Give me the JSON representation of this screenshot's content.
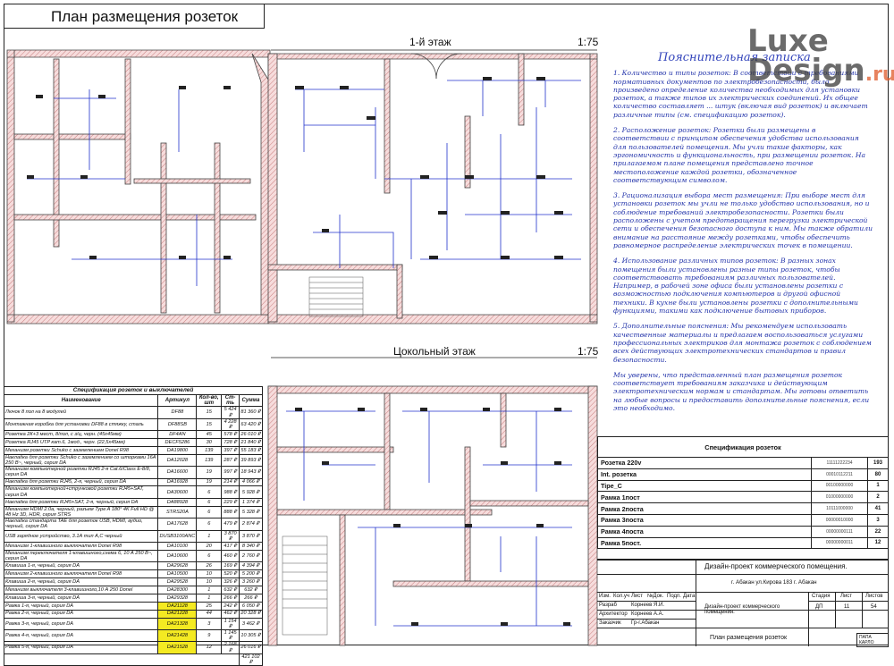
{
  "sheet": {
    "title": "План размещения розеток",
    "plan1_label": "1-й этаж",
    "plan1_scale": "1:75",
    "plan2_label": "Цокольный этаж",
    "plan2_scale": "1:75"
  },
  "logo": {
    "line1": "Luxe",
    "line2": "Design",
    "suffix": ".ru"
  },
  "notes": {
    "title": "Пояснительная записка",
    "paragraphs": [
      "1. Количество и типы розеток: В соответствии с требованиями нормативных документов по электробезопасности, было произведено определение количества необходимых для установки розеток, а также типов их электрических соединений. Их общее количество составляет ... штук (включая вид розеток) и включает различные типы (см. спецификацию розеток).",
      "2. Расположение розеток: Розетки были размещены в соответствии с принципом обеспечения удобства использования для пользователей помещения. Мы учли такие факторы, как эргономичность и функциональность, при размещении розеток. На прилагаемом плане помещения представлено точное местоположение каждой розетки, обозначенное соответствующим символом.",
      "3. Рационализация выбора мест размещения: При выборе мест для установки розеток мы учли не только удобство использования, но и соблюдение требований электробезопасности. Розетки были расположены с учетом предотвращения перегрузки электрической сети и обеспечения безопасного доступа к ним. Мы также обратили внимание на расстояние между розетками, чтобы обеспечить равномерное распределение электрических точек в помещении.",
      "4. Использование различных типов розеток: В разных зонах помещения были установлены разные типы розеток, чтобы соответствовать требованиям различных пользователей. Например, в рабочей зоне офиса были установлены розетки с возможностью подключения компьютеров и другой офисной техники. В кухне были установлены розетки с дополнительными функциями, такими как подключение бытовых приборов.",
      "5. Дополнительные пояснения: Мы рекомендуем использовать качественные материалы и предлагаем воспользоваться услугами профессиональных электриков для монтажа розеток с соблюдением всех действующих электротехнических стандартов и правил безопасности.",
      "Мы уверены, что представленный план размещения розеток соответствует требованиям заказчика и действующим электротехническим нормам и стандартам. Мы готовы ответить на любые вопросы и предоставить дополнительные пояснения, если это необходимо."
    ]
  },
  "spec": {
    "title": "Спецификация розеток и выключателей",
    "headers": [
      "Наименование",
      "Артикул",
      "Кол-во, шт",
      "Ст-ть",
      "Сумма"
    ],
    "rows": [
      [
        "Лючок 8 пол на 8 модулей",
        "DF88",
        "15",
        "5 424 ₽",
        "81 360 ₽",
        false
      ],
      [
        "Монтажная коробка для установки DF88 в стяжку, сталь",
        "DF88SB",
        "15",
        "4 228 ₽",
        "63 420 ₽",
        false
      ],
      [
        "Розетка 2К+3 мест, 8/пол, с з/ц, черн. (45х45мм)",
        "DF4AN",
        "45",
        "578 ₽",
        "26 010 ₽",
        false
      ],
      [
        "Розетка RJ45 UTP кат.6, 1мод., черн. (22,5х45мм)",
        "DECF5286",
        "30",
        "728 ₽",
        "21 840 ₽",
        false
      ],
      [
        "Механизм розетки Schuko с заземлением Donel R98",
        "DA19800",
        "139",
        "397 ₽",
        "55 183 ₽",
        false
      ],
      [
        "Накладка для розетки Schuko с заземлением со шторками 16А 250 В~, черный, серия DA",
        "DA12028",
        "139",
        "287 ₽",
        "39 893 ₽",
        false
      ],
      [
        "Механизм компьютерной розетки RJ45 2-я Cat.6/Class E-8/8, серия DA",
        "DA16600",
        "19",
        "997 ₽",
        "18 943 ₽",
        false
      ],
      [
        "Накладка для розетки RJ45, 2-я, черный, серия DA",
        "DA16928",
        "19",
        "214 ₽",
        "4 066 ₽",
        false
      ],
      [
        "Механизм компьютерной+струнковой розетки RJ45+SAT, серия DA",
        "DA30600",
        "6",
        "988 ₽",
        "5 928 ₽",
        false
      ],
      [
        "Накладка для розетки RJ45+SAT, 2-я, черный, серия DA",
        "DA88928",
        "6",
        "229 ₽",
        "1 374 ₽",
        false
      ],
      [
        "Механизм HDMI 2.0a, черный, разъем Type A 180° 4K Full HD @ 48 Hz 3D, HDR, серия STRS",
        "STRS20A",
        "6",
        "888 ₽",
        "5 328 ₽",
        false
      ],
      [
        "Накладка стандарта TAE для розеток USB, HDMI, аудио, черный, серия DA",
        "DA17628",
        "6",
        "479 ₽",
        "2 874 ₽",
        false
      ],
      [
        "USB зарядное устройство, 3.1А тип A,C черный",
        "DUSB3100ANC",
        "1",
        "3 870 ₽",
        "3 870 ₽",
        false
      ],
      [
        "Механизм 1-клавишного выключателя Donel R98",
        "DA10100",
        "20",
        "417 ₽",
        "8 340 ₽",
        false
      ],
      [
        "Механизм переключателя 1-клавишного,схема 6, 10 А 250 В~, серия DA",
        "DA10600",
        "6",
        "460 ₽",
        "2 760 ₽",
        false
      ],
      [
        "Клавиша 1-я, черный, серия DA",
        "DA29628",
        "26",
        "169 ₽",
        "4 394 ₽",
        false
      ],
      [
        "Механизм 2-клавишного выключателя Donel R98",
        "DA10500",
        "10",
        "520 ₽",
        "5 200 ₽",
        false
      ],
      [
        "Клавиша 2-я, черный, серия DA",
        "DA29528",
        "10",
        "326 ₽",
        "3 260 ₽",
        false
      ],
      [
        "Механизм выключателя 3-клавишного,10 А 250 Donel",
        "DA28300",
        "1",
        "632 ₽",
        "632 ₽",
        false
      ],
      [
        "Клавиша 3-я, черный, серия DA",
        "DA29328",
        "1",
        "266 ₽",
        "266 ₽",
        false
      ],
      [
        "Рамка 1-я, черный, серия DA",
        "DA21128",
        "25",
        "242 ₽",
        "6 050 ₽",
        true
      ],
      [
        "Рамка 2-я, черный, серия DA",
        "DA21228",
        "44",
        "462 ₽",
        "20 328 ₽",
        true
      ],
      [
        "Рамка 3-я, черный, серия DA",
        "DA21328",
        "3",
        "1 154 ₽",
        "3 462 ₽",
        true
      ],
      [
        "Рамка 4-я, черный, серия DA",
        "DA21428",
        "9",
        "1 145 ₽",
        "10 305 ₽",
        true
      ],
      [
        "Рамка 5-я, черный, серия DA",
        "DA21528",
        "12",
        "2 168 ₽",
        "26 016 ₽",
        true
      ]
    ],
    "total": "421 102 ₽"
  },
  "rspec": {
    "title": "Спецификация розеток",
    "rows": [
      [
        "Розетка 220v",
        "11111222234",
        "193"
      ],
      [
        "Int. розетка",
        "00010112211",
        "80"
      ],
      [
        "Tipe_C",
        "00100000000",
        "1"
      ],
      [
        "Рамка 1пост",
        "01000000000",
        "2"
      ],
      [
        "Рамка 2поста",
        "10111000000",
        "41"
      ],
      [
        "Рамка 3поста",
        "00000010000",
        "3"
      ],
      [
        "Рамка 4поста",
        "00000000111",
        "22"
      ],
      [
        "Рамка 5пост.",
        "00000000011",
        "12"
      ]
    ]
  },
  "stamp": {
    "project": "Дизайн-проект коммерческого помещения.",
    "address": "г. Абакан ул.Кирова 183 г. Абакан",
    "cols": [
      "Изм.",
      "Кол.уч",
      "Лист",
      "№Док.",
      "Подп.",
      "Дата"
    ],
    "rows": [
      [
        "Разраб",
        "Корнеев Я.И."
      ],
      [
        "Архитектор",
        "Корнеев А.А."
      ],
      [
        "Заказчик",
        "Гр-г.Абакан"
      ]
    ],
    "sheet_name": "План размещения розеток",
    "stage_h": "Стадия",
    "list_h": "Лист",
    "lists_h": "Листов",
    "stage": "ДП",
    "list": "11",
    "lists": "54",
    "desc": "Дизайн-проект коммерческого помещения.",
    "org": "ПАПА КАРЛО"
  }
}
